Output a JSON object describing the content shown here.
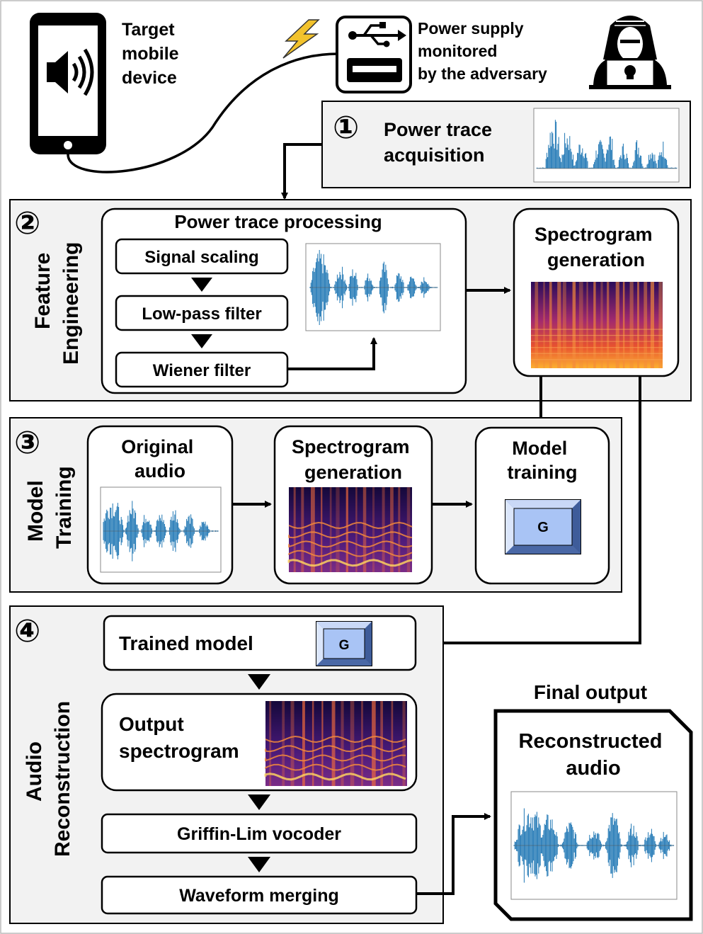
{
  "top": {
    "device_label": [
      "Target",
      "mobile",
      "device"
    ],
    "power_label": [
      "Power supply",
      "monitored",
      "by the adversary"
    ]
  },
  "stage1": {
    "number": "①",
    "title": [
      "Power trace",
      "acquisition"
    ]
  },
  "stage2": {
    "number": "②",
    "side_label": [
      "Feature",
      "Engineering"
    ],
    "processing_title": "Power trace processing",
    "steps": [
      "Signal scaling",
      "Low-pass filter",
      "Wiener filter"
    ],
    "spectrogram_label": [
      "Spectrogram",
      "generation"
    ]
  },
  "stage3": {
    "number": "③",
    "side_label": [
      "Model",
      "Training"
    ],
    "original_audio": [
      "Original",
      "audio"
    ],
    "spectrogram_label": [
      "Spectrogram",
      "generation"
    ],
    "model_training": [
      "Model",
      "training"
    ],
    "model_symbol": "G"
  },
  "stage4": {
    "number": "④",
    "side_label": [
      "Audio",
      "Reconstruction"
    ],
    "trained_model": "Trained model",
    "model_symbol": "G",
    "output_spectrogram": [
      "Output",
      "spectrogram"
    ],
    "vocoder": "Griffin-Lim vocoder",
    "merging": "Waveform merging"
  },
  "final": {
    "title": "Final output",
    "label": [
      "Reconstructed",
      "audio"
    ]
  },
  "colors": {
    "panel_bg": "#f2f2f2",
    "waveform": "#1f77b4",
    "model_box": "#a9c4f5",
    "spec_dark": "#1a0a4a",
    "spec_mid": "#c4306a",
    "spec_hot": "#fcb030"
  },
  "icons": [
    "speaker-icon",
    "lightning-icon",
    "usb-icon",
    "hacker-icon"
  ]
}
